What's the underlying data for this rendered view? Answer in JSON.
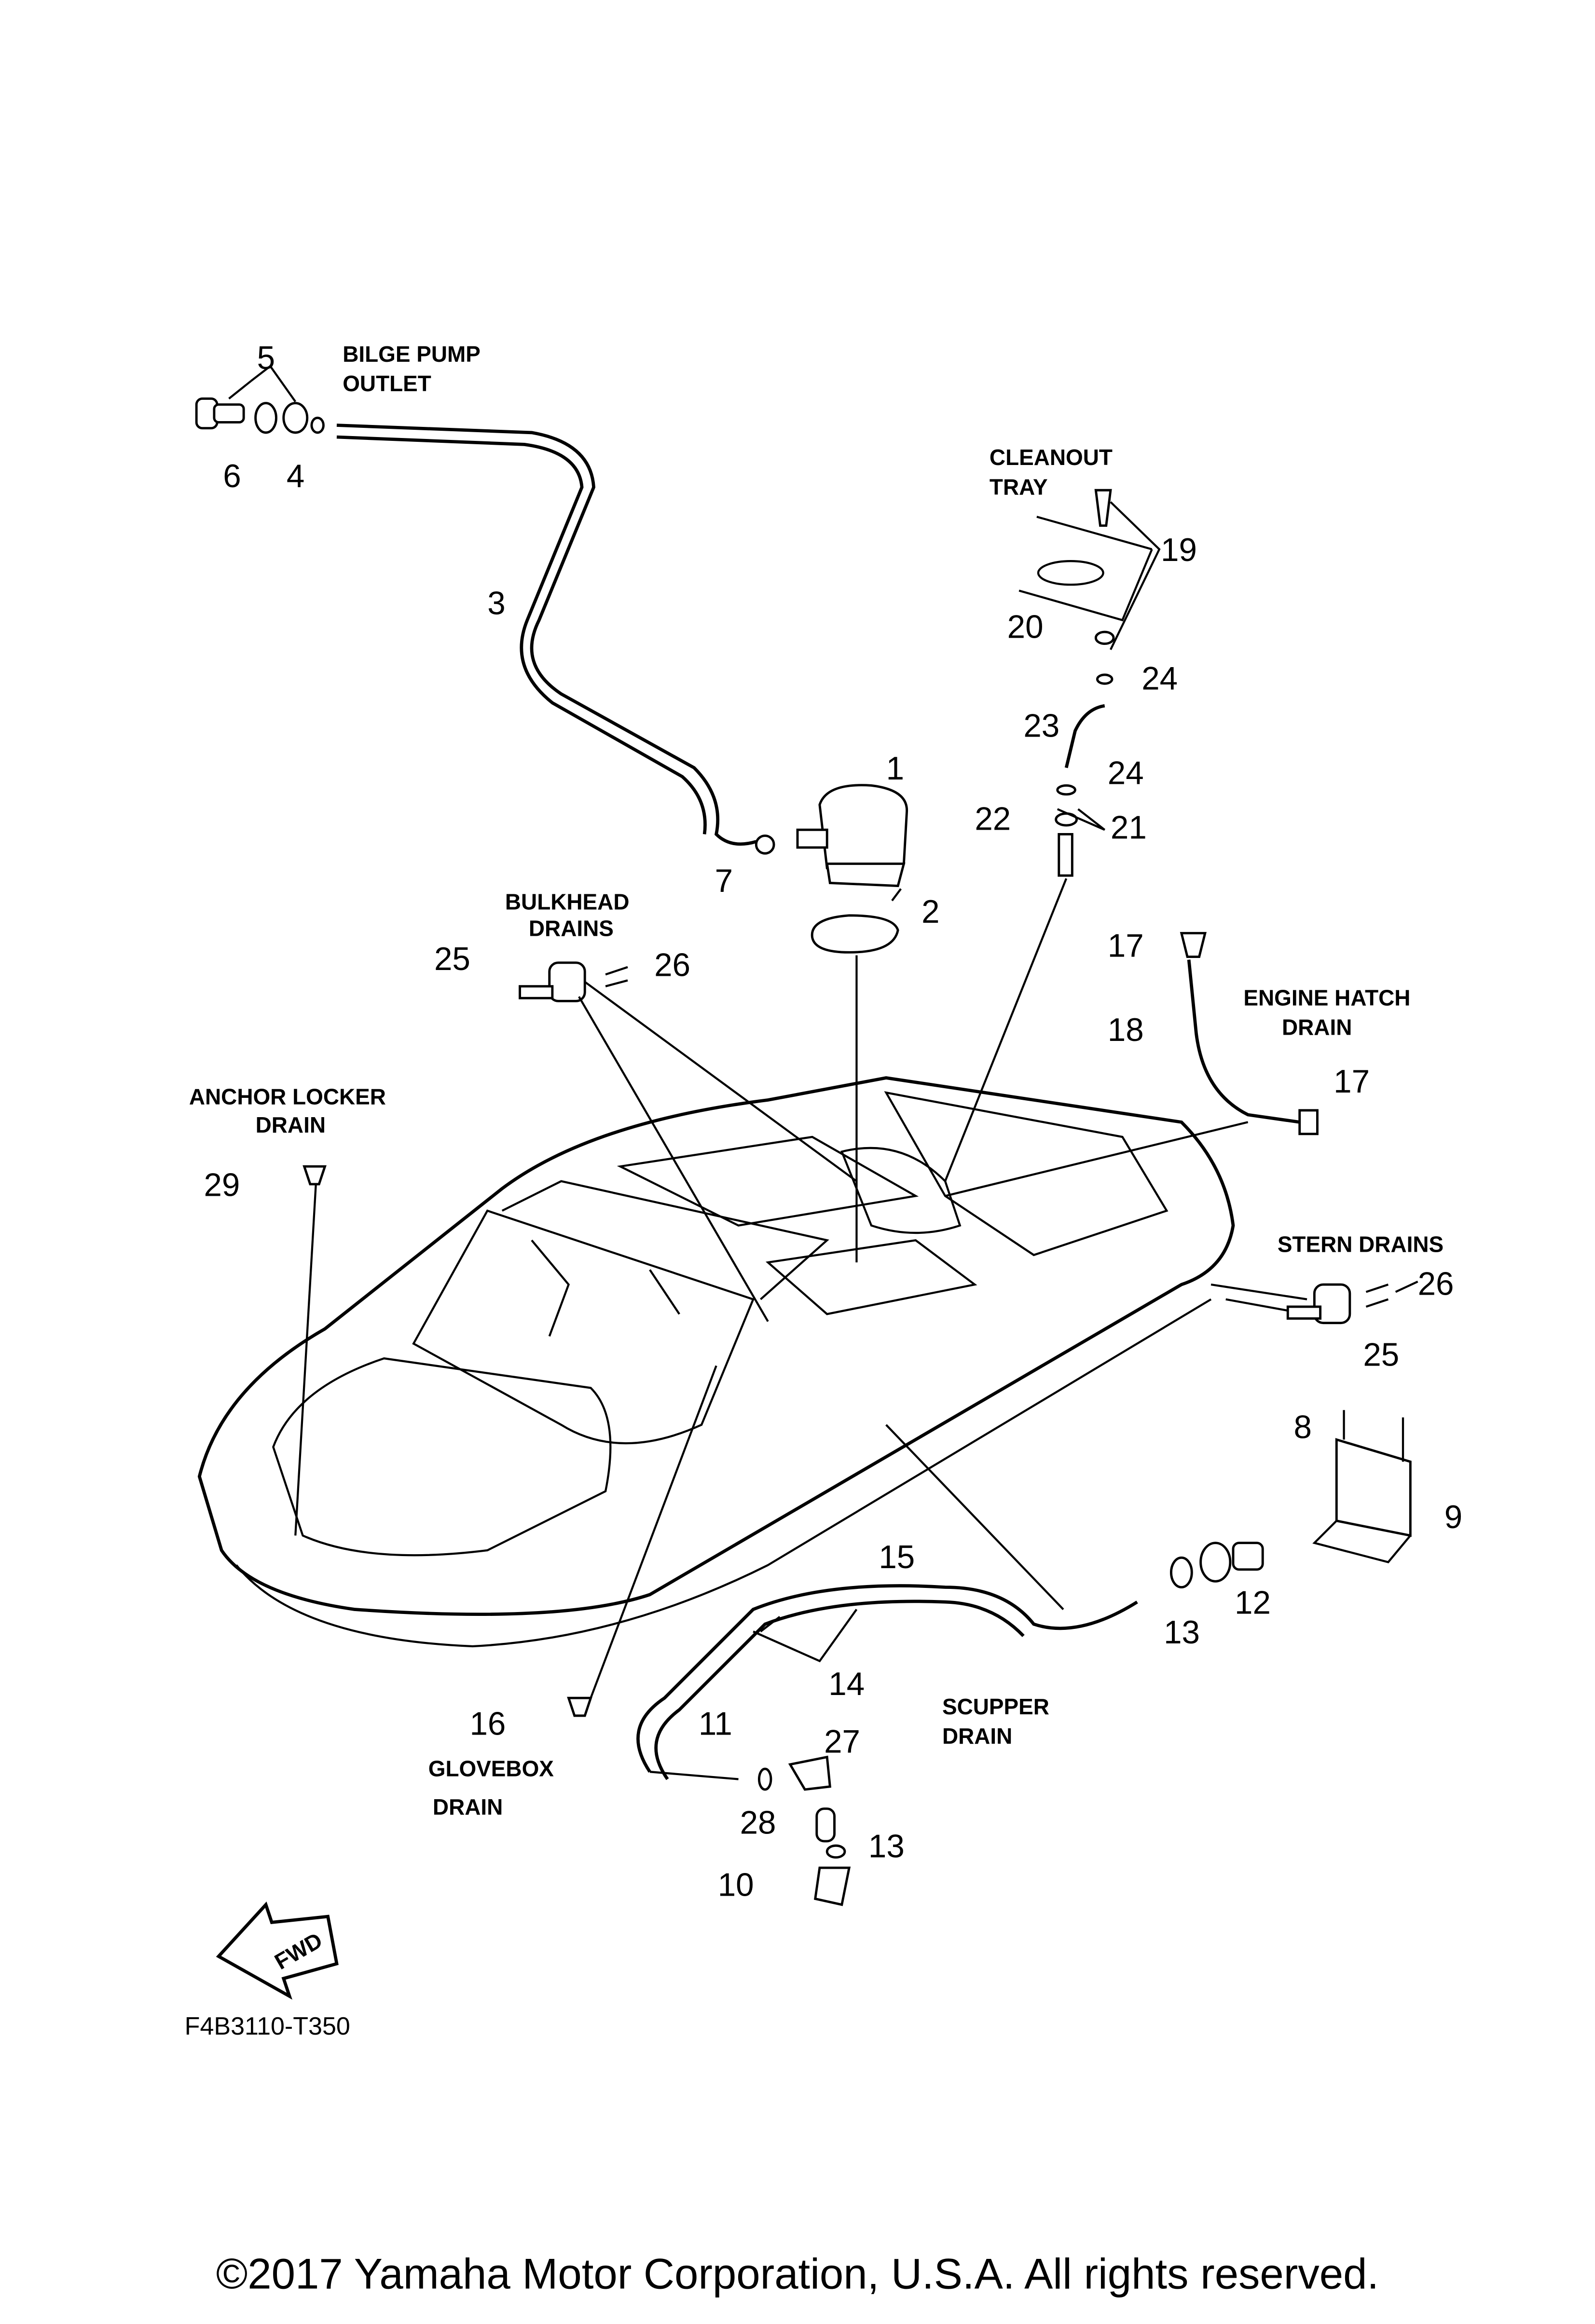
{
  "labels": {
    "bilge_pump_outlet": [
      "BILGE PUMP",
      "OUTLET"
    ],
    "cleanout_tray": [
      "CLEANOUT",
      "TRAY"
    ],
    "bulkhead_drains": [
      "BULKHEAD",
      "DRAINS"
    ],
    "engine_hatch_drain": [
      "ENGINE HATCH",
      "DRAIN"
    ],
    "anchor_locker_drain": [
      "ANCHOR LOCKER",
      "DRAIN"
    ],
    "stern_drains": "STERN DRAINS",
    "scupper_drain": [
      "SCUPPER",
      "DRAIN"
    ],
    "glovebox_drain": [
      "GLOVEBOX",
      "DRAIN"
    ],
    "fwd": "FWD"
  },
  "callouts": [
    "5",
    "6",
    "4",
    "3",
    "1",
    "7",
    "2",
    "19",
    "20",
    "24",
    "23",
    "24",
    "22",
    "21",
    "25",
    "26",
    "17",
    "18",
    "17",
    "29",
    "26",
    "25",
    "8",
    "9",
    "12",
    "13",
    "15",
    "14",
    "11",
    "16",
    "27",
    "28",
    "13",
    "10"
  ],
  "diagram_code": "F4B3110-T350",
  "copyright": "©2017 Yamaha Motor Corporation, U.S.A. All rights reserved."
}
